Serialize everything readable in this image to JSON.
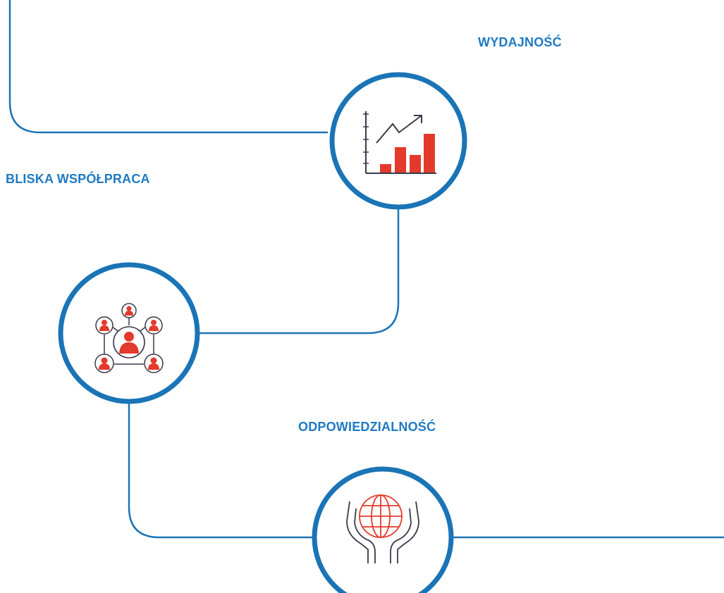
{
  "colors": {
    "line": "#1a74b6",
    "label": "#1f7ac2",
    "icon_red": "#e33a2c",
    "icon_dark": "#3a3a4a"
  },
  "labels": {
    "wydajnosc": "WYDAJNOŚĆ",
    "bliska_wspolpraca": "BLISKA WSPÓŁPRACA",
    "odpowiedzialnosc": "ODPOWIEDZIALNOŚĆ"
  },
  "icons": {
    "performance": "bar-chart-trend-icon",
    "collaboration": "people-network-icon",
    "responsibility": "hands-globe-icon"
  }
}
